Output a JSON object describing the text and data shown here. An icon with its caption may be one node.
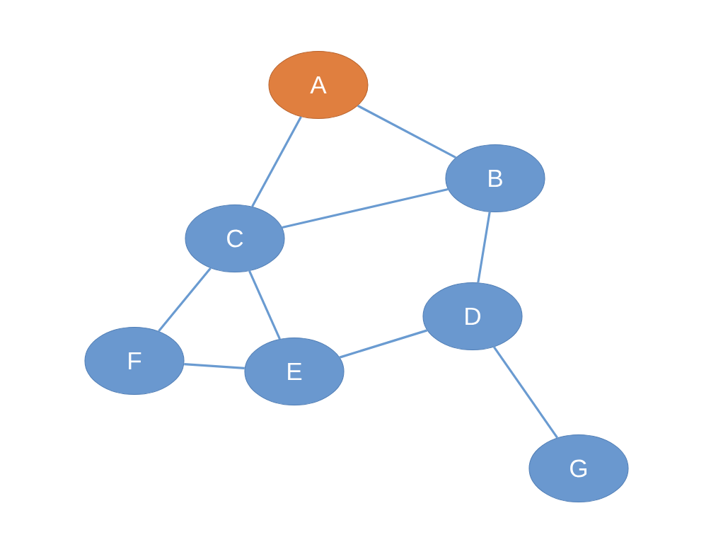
{
  "diagram": {
    "nodes": [
      {
        "text": [
          "A"
        ]
      },
      {
        "text": [
          "B"
        ]
      },
      {
        "text": [
          "C"
        ]
      },
      {
        "text": [
          "D"
        ]
      },
      {
        "text": [
          "E"
        ]
      },
      {
        "text": [
          "F"
        ]
      },
      {
        "text": [
          "G"
        ]
      }
    ],
    "edges": [
      {
        "from": 0,
        "to": 2,
        "arrow": "none"
      },
      {
        "from": 0,
        "to": 1,
        "arrow": "none"
      },
      {
        "from": 2,
        "to": 1,
        "arrow": "none"
      },
      {
        "from": 1,
        "to": 3,
        "arrow": "none"
      },
      {
        "from": 2,
        "to": 5,
        "arrow": "none"
      },
      {
        "from": 2,
        "to": 4,
        "arrow": "none"
      },
      {
        "from": 5,
        "to": 4,
        "arrow": "none"
      },
      {
        "from": 4,
        "to": 3,
        "arrow": "none"
      },
      {
        "from": 3,
        "to": 6,
        "arrow": "none"
      }
    ]
  }
}
